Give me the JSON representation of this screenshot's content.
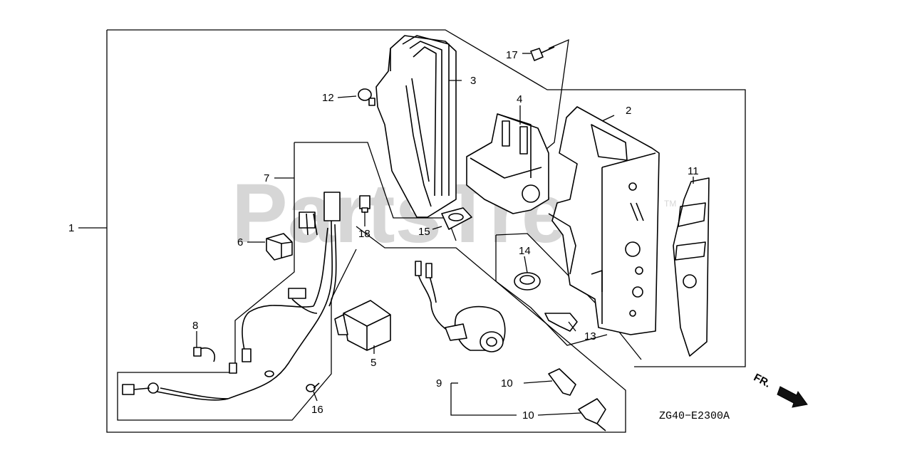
{
  "watermark": {
    "text": "PartsTree",
    "tm": "TM"
  },
  "diagram_code": "ZG40−E2300A",
  "front_arrow": {
    "label": "FR."
  },
  "callouts": {
    "c1": "1",
    "c2": "2",
    "c3": "3",
    "c4": "4",
    "c5": "5",
    "c6": "6",
    "c7": "7",
    "c8": "8",
    "c9": "9",
    "c10a": "10",
    "c10b": "10",
    "c11": "11",
    "c12": "12",
    "c13": "13",
    "c14": "14",
    "c15": "15",
    "c16": "16",
    "c17": "17",
    "c18": "18"
  }
}
